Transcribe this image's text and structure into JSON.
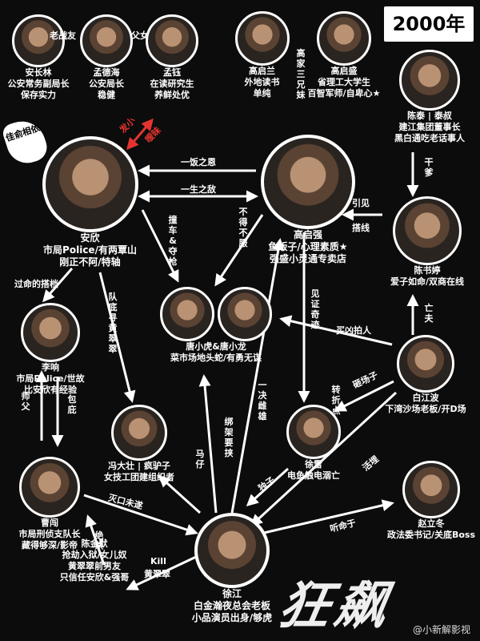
{
  "year": "2000年",
  "badge": "佳俞相依",
  "logo": "狂飙",
  "watermark": "@小新解影视",
  "characters": {
    "anlin": {
      "name": "安长林",
      "desc": [
        "公安常务副局长",
        "保存实力"
      ]
    },
    "mengdehai": {
      "name": "孟德海",
      "desc": [
        "公安局长",
        "稳健"
      ]
    },
    "mengyu": {
      "name": "孟钰",
      "desc": [
        "在读研究生",
        "养鲜处优"
      ]
    },
    "gaoqilan": {
      "name": "高启兰",
      "desc": [
        "外地读书",
        "单纯"
      ]
    },
    "gaoqisheng": {
      "name": "高启盛",
      "desc": [
        "省理工大学生",
        "百智军师/自卑心★"
      ]
    },
    "chentai": {
      "name": "陈泰 | 泰叔",
      "desc": [
        "建江集团董事长",
        "黑白通吃老话事人"
      ]
    },
    "anxin": {
      "name": "安欣",
      "desc": [
        "市局Police/有两覃山",
        "刚正不阿/特轴"
      ]
    },
    "gaoqiqiang": {
      "name": "高启强",
      "desc": [
        "鱼贩子/心理素质★",
        "强盛小灵通专卖店"
      ]
    },
    "chenshuting": {
      "name": "陈书婷",
      "desc": [
        "爱子如命/双商在线"
      ]
    },
    "lixiang": {
      "name": "李响",
      "desc": [
        "市局Police/世故",
        "比安欣有经验"
      ]
    },
    "tangbros": {
      "name": "唐小虎&唐小龙",
      "desc": [
        "菜市场地头蛇/有勇无谋"
      ]
    },
    "baijiangbo": {
      "name": "白江波",
      "desc": [
        "下湾沙场老板/开D场"
      ]
    },
    "fengdazhuang": {
      "name": "冯大壮 | 疯驴子",
      "desc": [
        "女技工团建组织者"
      ]
    },
    "xulei": {
      "name": "徐雷",
      "desc": [
        "电鱼触电溺亡"
      ]
    },
    "caochuang": {
      "name": "曹闯",
      "desc": [
        "市局刑侦支队长",
        "藏得够深/影帝"
      ]
    },
    "zhaolidong": {
      "name": "赵立冬",
      "desc": [
        "政法委书记/关底Boss"
      ]
    },
    "xujiang": {
      "name": "徐江",
      "desc": [
        "白金瀚夜总会老板",
        "小品演员出身/够虎"
      ]
    },
    "chenquanmo": {
      "name": "陈金默",
      "desc": [
        "抢劫入狱/女儿奴",
        "黄翠翠前男友",
        "只信任安欣&强哥"
      ]
    }
  },
  "relations": {
    "laozhanyou": "老战友",
    "fuu": "父女",
    "gaojia": "高家三兄妹",
    "fayou": "发小",
    "aimei": "暧昧",
    "yifan": "一饭之恩",
    "yisheng": "一生之敌",
    "bude": "不得不服",
    "chezhe": "撞车&夺枪",
    "gansan": "干爹",
    "yinjian": "引见",
    "daxian": "搭线",
    "jianzheng": "见证奇迹",
    "wangfu": "亡夫",
    "guomingde": "过命的搭档",
    "duidixun": "队底寻黄翠翠",
    "maixiong": "买凶拍人",
    "zahuichang": "砸场子",
    "zhuanzhe": "转折点",
    "shifu": "师父",
    "baobi": "包庇",
    "mazai": "马仔",
    "bangjia": "绑架要挟",
    "yijue": "一决雌雄",
    "huomai": "活埋",
    "duzi": "独子",
    "miekou": "灭口未遂",
    "tingmingyu": "听命于",
    "kill": "Kill",
    "huangcuicui": "黄翠翠",
    "jueshai": "绝杀"
  }
}
